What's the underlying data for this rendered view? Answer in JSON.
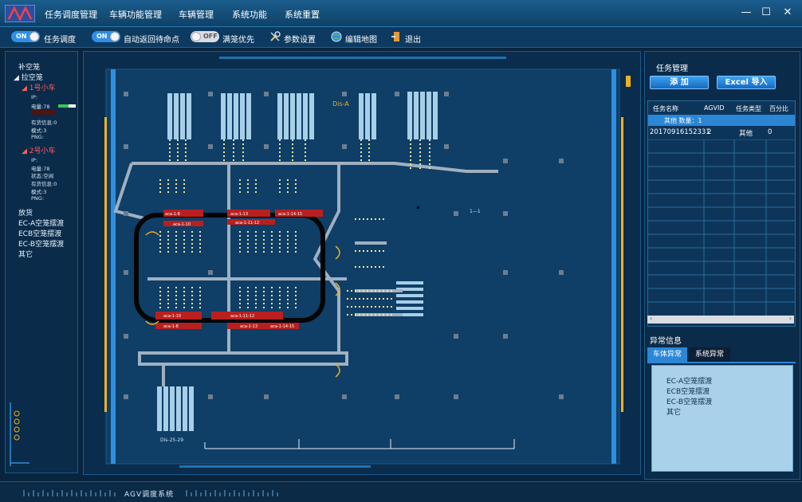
{
  "menu": {
    "items": [
      "任务调度管理",
      "车辆功能管理",
      "车辆管理",
      "系统功能",
      "系统重置"
    ]
  },
  "window": {
    "minimize": "—",
    "maximize": "☐",
    "close": "✕"
  },
  "toolbar": {
    "task_toggle": {
      "state": "ON",
      "label": "任务调度"
    },
    "auto_return_toggle": {
      "state": "ON",
      "label": "自动返回待命点"
    },
    "full_priority_toggle": {
      "state": "OFF",
      "label": "满笼优先"
    },
    "params_label": "参数设置",
    "edit_map_label": "编辑地图",
    "exit_label": "退出"
  },
  "tree": {
    "root1": "补空笼",
    "root2": "拉空笼",
    "car1": {
      "name": "1号小车",
      "ip": "IP:",
      "battery": "电量:78",
      "battery_level": 0.6,
      "cargo": "有货信息:0",
      "mode": "模式:3",
      "png": "PNG:"
    },
    "car2": {
      "name": "2号小车",
      "ip": "IP:",
      "battery": "电量:78",
      "status": "状态:空闲",
      "cargo": "有货信息:0",
      "mode": "模式:3",
      "png": "PNG:"
    },
    "others": [
      "放货",
      "EC-A空笼摆渡",
      "ECB空笼摆渡",
      "EC-B空笼摆渡",
      "其它"
    ]
  },
  "map": {
    "dis_label": "Dis-A",
    "red_labels_top": [
      "aca-1-8",
      "aca-1-10",
      "aca-1-13",
      "aca-1-11-12",
      "aca-1-14-15"
    ],
    "red_labels_bottom": [
      "aca-1-10",
      "aca-1-11-12",
      "aca-1-8",
      "aca-1-13",
      "aca-1-14-15"
    ],
    "bottom_label": "Dis-25-29",
    "right_marker": "1—1"
  },
  "task_panel": {
    "title": "任务管理",
    "add_button": "添 加",
    "excel_button": "Excel 导入",
    "columns": [
      "任务名称",
      "AGVID",
      "任务类型",
      "百分比"
    ],
    "group_row": "其他 数量：1",
    "rows": [
      {
        "name": "20170916152331",
        "agvid": "2",
        "type": "其他",
        "percent": "0"
      }
    ]
  },
  "error_panel": {
    "title": "异常信息",
    "tabs": [
      "车体异常",
      "系统异常"
    ],
    "items": [
      "EC-A空笼摆渡",
      "ECB空笼摆渡",
      "EC-B空笼摆渡",
      "其它"
    ]
  },
  "status": {
    "system_name": "AGV调度系统"
  },
  "colors": {
    "accent": "#2f8fe6",
    "background": "#08243e",
    "car_red": "#ff5d5d",
    "map_yellow": "#f0b020"
  }
}
